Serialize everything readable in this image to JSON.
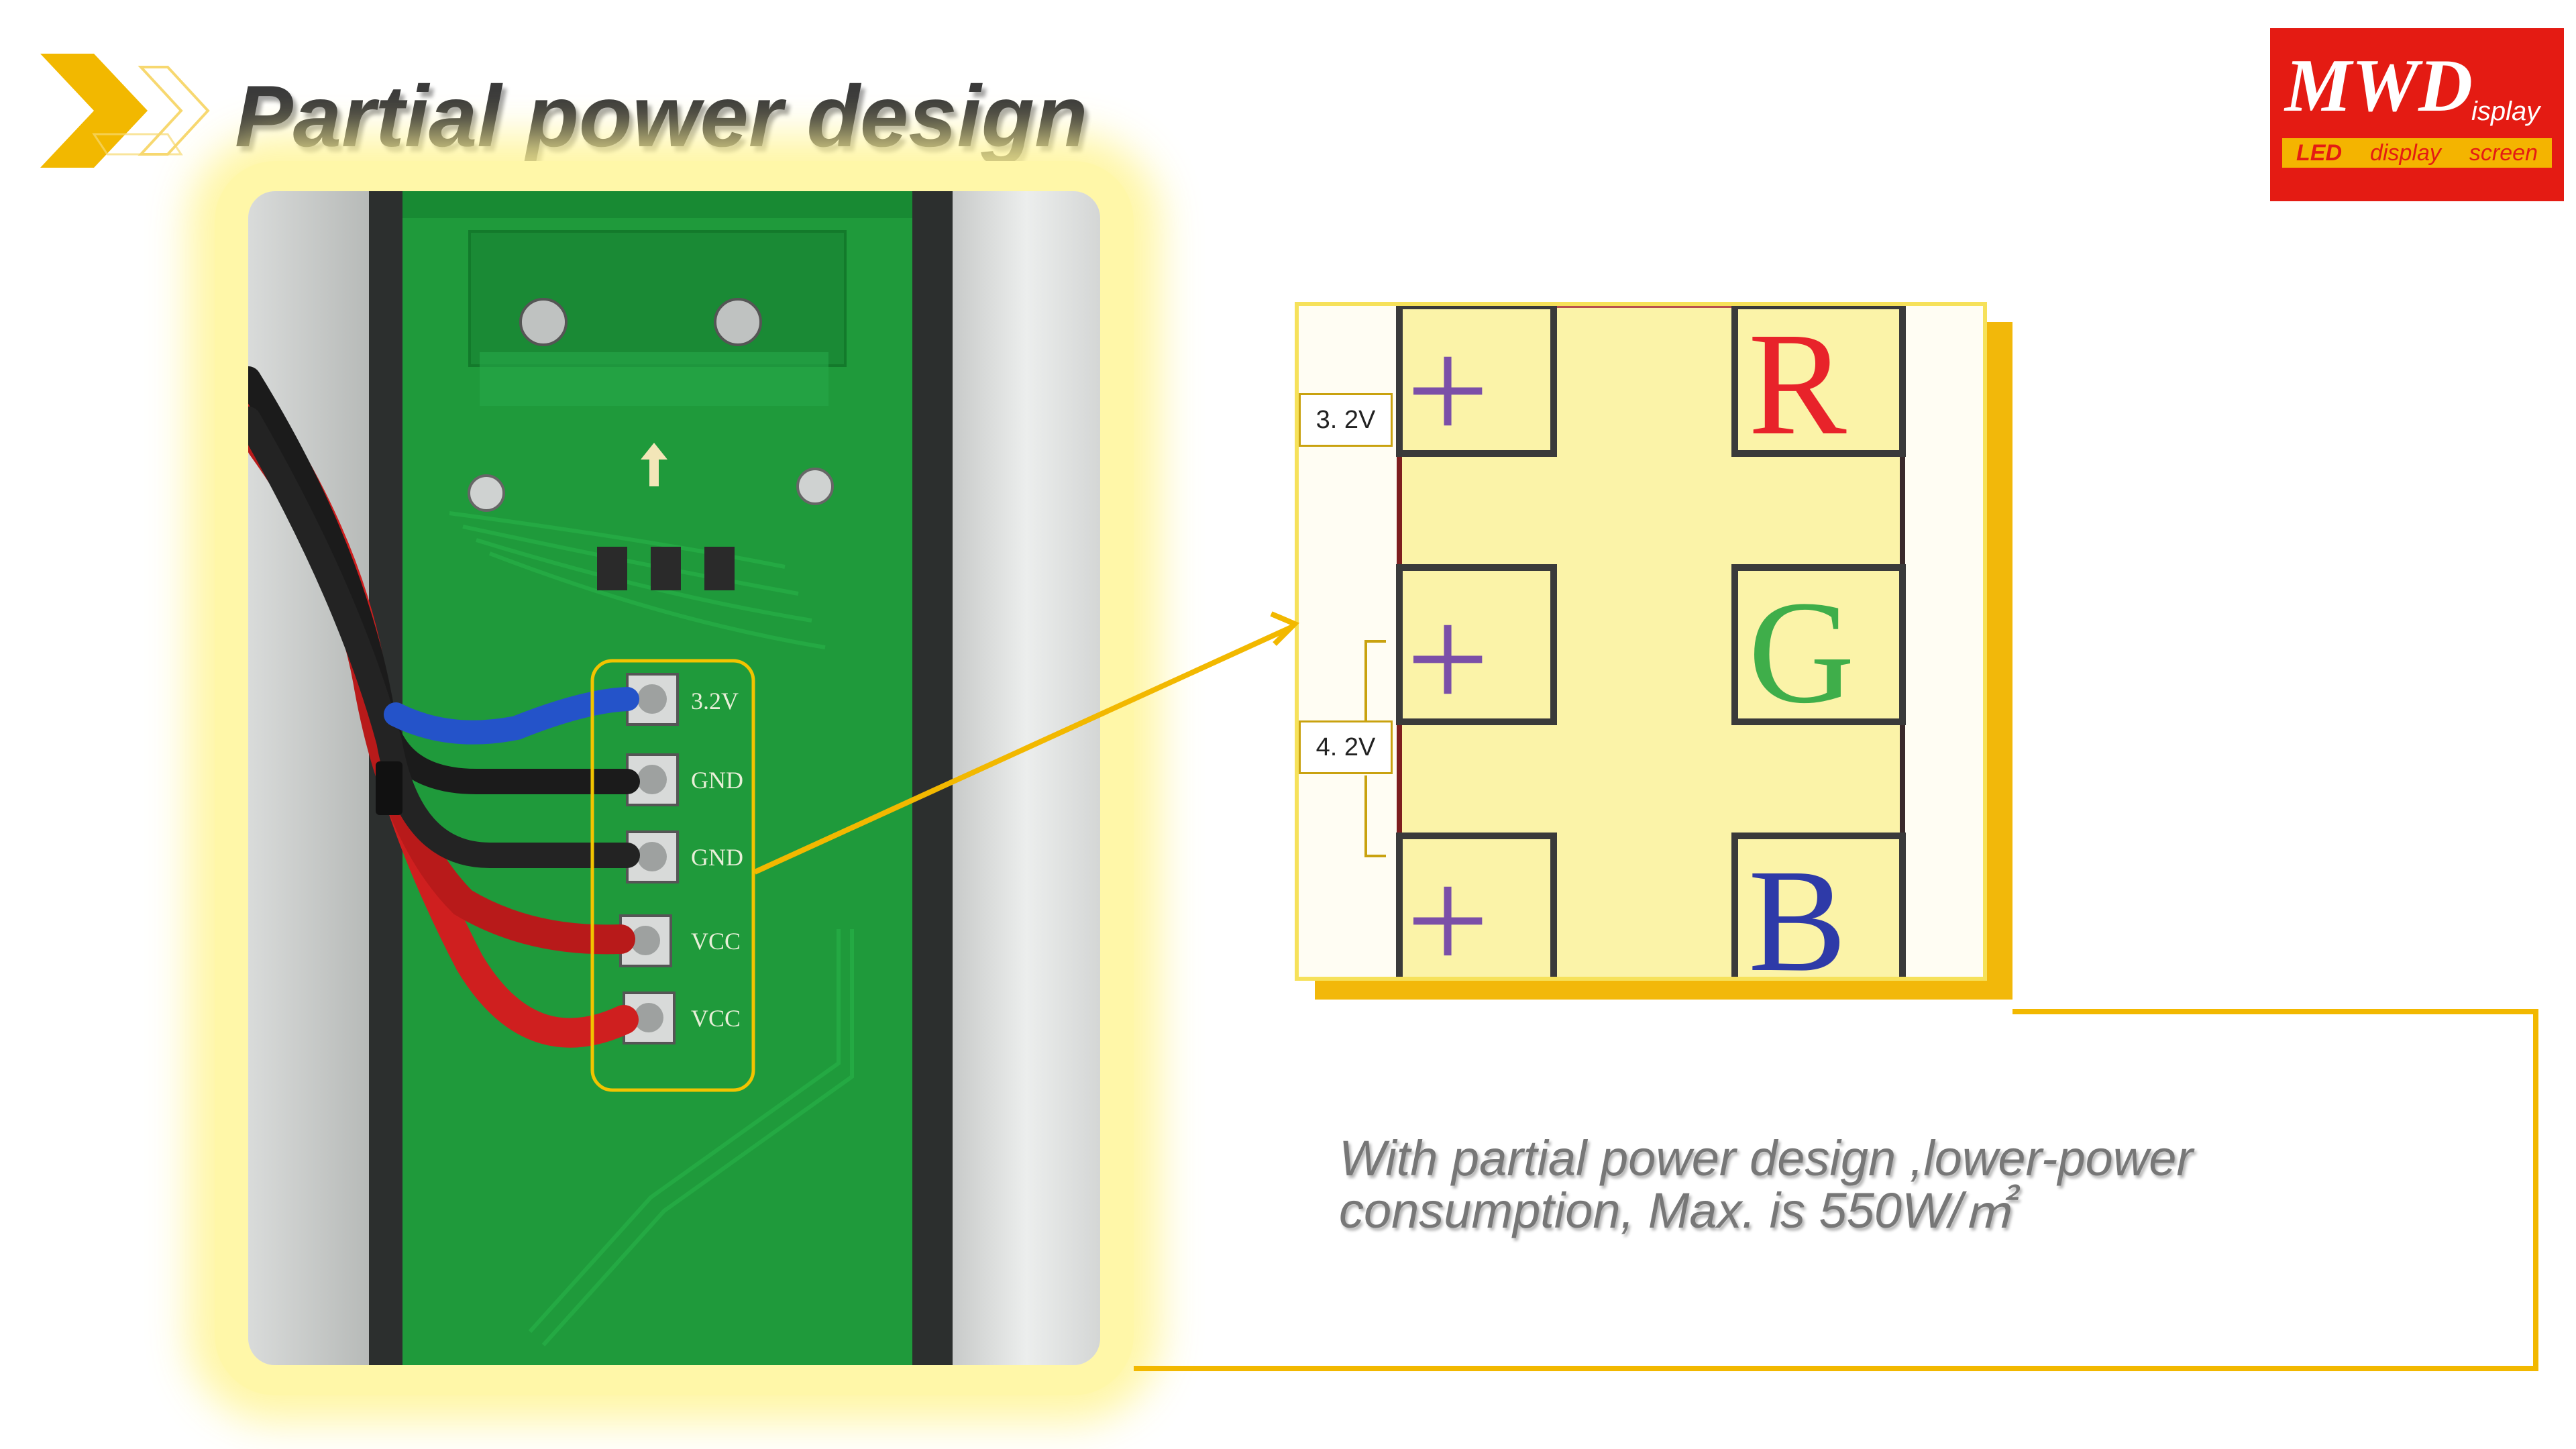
{
  "slide": {
    "title": "Partial power design",
    "description_line1": "With partial power design ,lower-power",
    "description_line2": "consumption, Max. is 550W/㎡"
  },
  "logo": {
    "mark": "MWD",
    "mark_suffix": "isplay",
    "strip_led": "LED",
    "strip_display": "display",
    "strip_screen": "screen"
  },
  "photo": {
    "terminal_labels": [
      "3.2V",
      "GND",
      "GND",
      "VCC",
      "VCC"
    ]
  },
  "zoom": {
    "label_top": "3. 2V",
    "label_mid": "4. 2V",
    "plus": "+",
    "letters": [
      "R",
      "G",
      "B"
    ]
  },
  "colors": {
    "accent": "#f2b800",
    "brand_red": "#e41b13",
    "pcb_green": "#1e9a3a",
    "letter_r": "#e8232a",
    "letter_g": "#3fae4a",
    "letter_b": "#2e3aa8"
  }
}
